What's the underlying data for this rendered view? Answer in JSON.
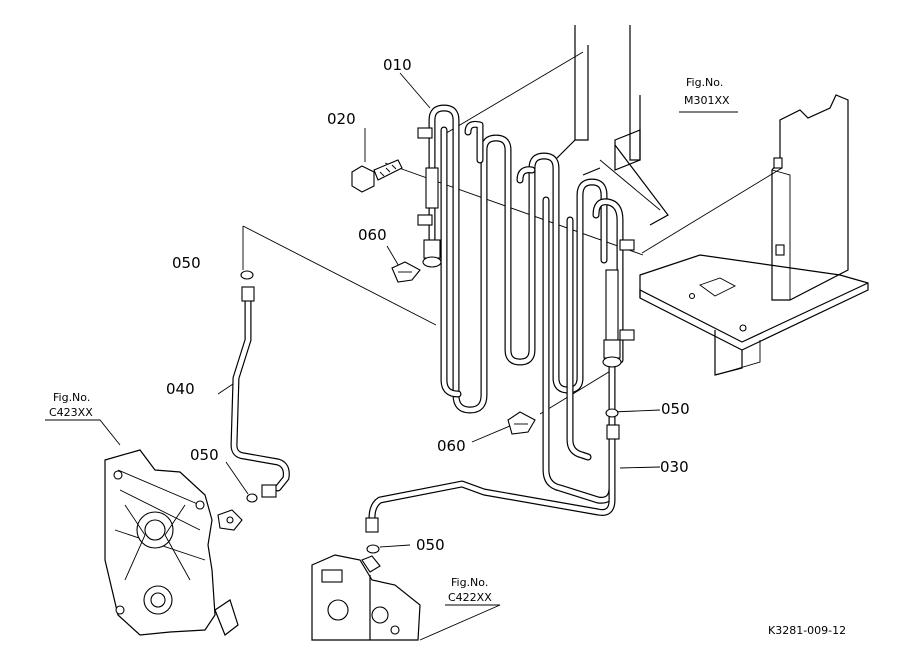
{
  "parts": [
    {
      "no": "010"
    },
    {
      "no": "020"
    },
    {
      "no": "030"
    },
    {
      "no": "040"
    },
    {
      "no": "050"
    },
    {
      "no": "050"
    },
    {
      "no": "050"
    },
    {
      "no": "050"
    },
    {
      "no": "060"
    },
    {
      "no": "060"
    }
  ],
  "fig_refs": [
    {
      "label": "Fig.No.",
      "code": "M301XX"
    },
    {
      "label": "Fig.No.",
      "code": "C423XX"
    },
    {
      "label": "Fig.No.",
      "code": "C422XX"
    }
  ],
  "drawing_code": "K3281-009-12"
}
